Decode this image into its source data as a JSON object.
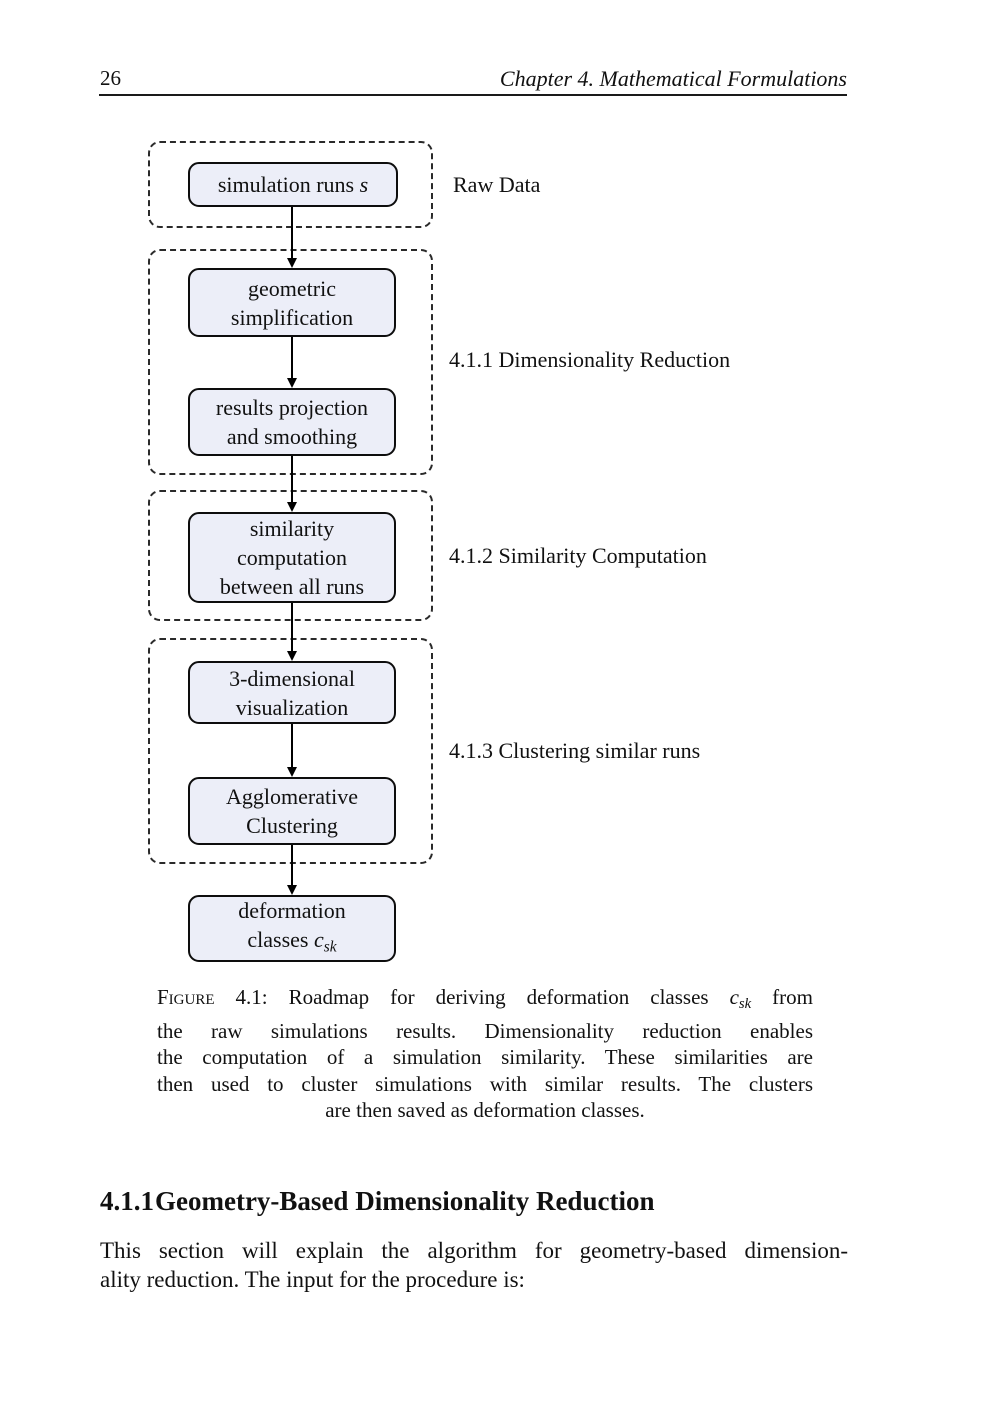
{
  "page": {
    "number": "26",
    "chapter_header": "Chapter 4.  Mathematical Formulations"
  },
  "figure": {
    "nodes": {
      "simulation_runs": {
        "text": "simulation runs ",
        "math": "s"
      },
      "geometric_simplification": {
        "line1": "geometric",
        "line2": "simplification"
      },
      "results_projection": {
        "line1": "results projection",
        "line2": "and smoothing"
      },
      "similarity_computation": {
        "line1": "similarity",
        "line2": "computation",
        "line3": "between all runs"
      },
      "visualization_3d": {
        "line1": "3-dimensional",
        "line2": "visualization"
      },
      "agglomerative_clustering": {
        "line1": "Agglomerative",
        "line2": "Clustering"
      },
      "deformation_classes": {
        "line1": "deformation",
        "line2_text": "classes ",
        "math_base": "c",
        "math_sub": "sk"
      }
    },
    "group_labels": {
      "raw_data": "Raw Data",
      "dimensionality_reduction": "4.1.1 Dimensionality Reduction",
      "similarity_computation": "4.1.2 Similarity Computation",
      "clustering": "4.1.3 Clustering similar runs"
    },
    "caption": {
      "label": "Figure 4.1:",
      "line1_text": " Roadmap for deriving deformation classes ",
      "line1_math_base": "c",
      "line1_math_sub": "sk",
      "line1_end": " from",
      "line2": "the raw simulations results.  Dimensionality reduction enables",
      "line3": "the computation of a simulation similarity. These similarities are",
      "line4": "then used to cluster simulations with similar results. The clusters",
      "line5": "are then saved as deformation classes."
    }
  },
  "section": {
    "number": "4.1.1",
    "title": "Geometry-Based Dimensionality Reduction"
  },
  "body": {
    "line1": "This section will explain the algorithm for geometry-based dimension-",
    "line2": "ality reduction. The input for the procedure is:"
  },
  "colors": {
    "node_fill": "#eceef8",
    "node_border": "#0d0d0d",
    "text": "#111111"
  }
}
